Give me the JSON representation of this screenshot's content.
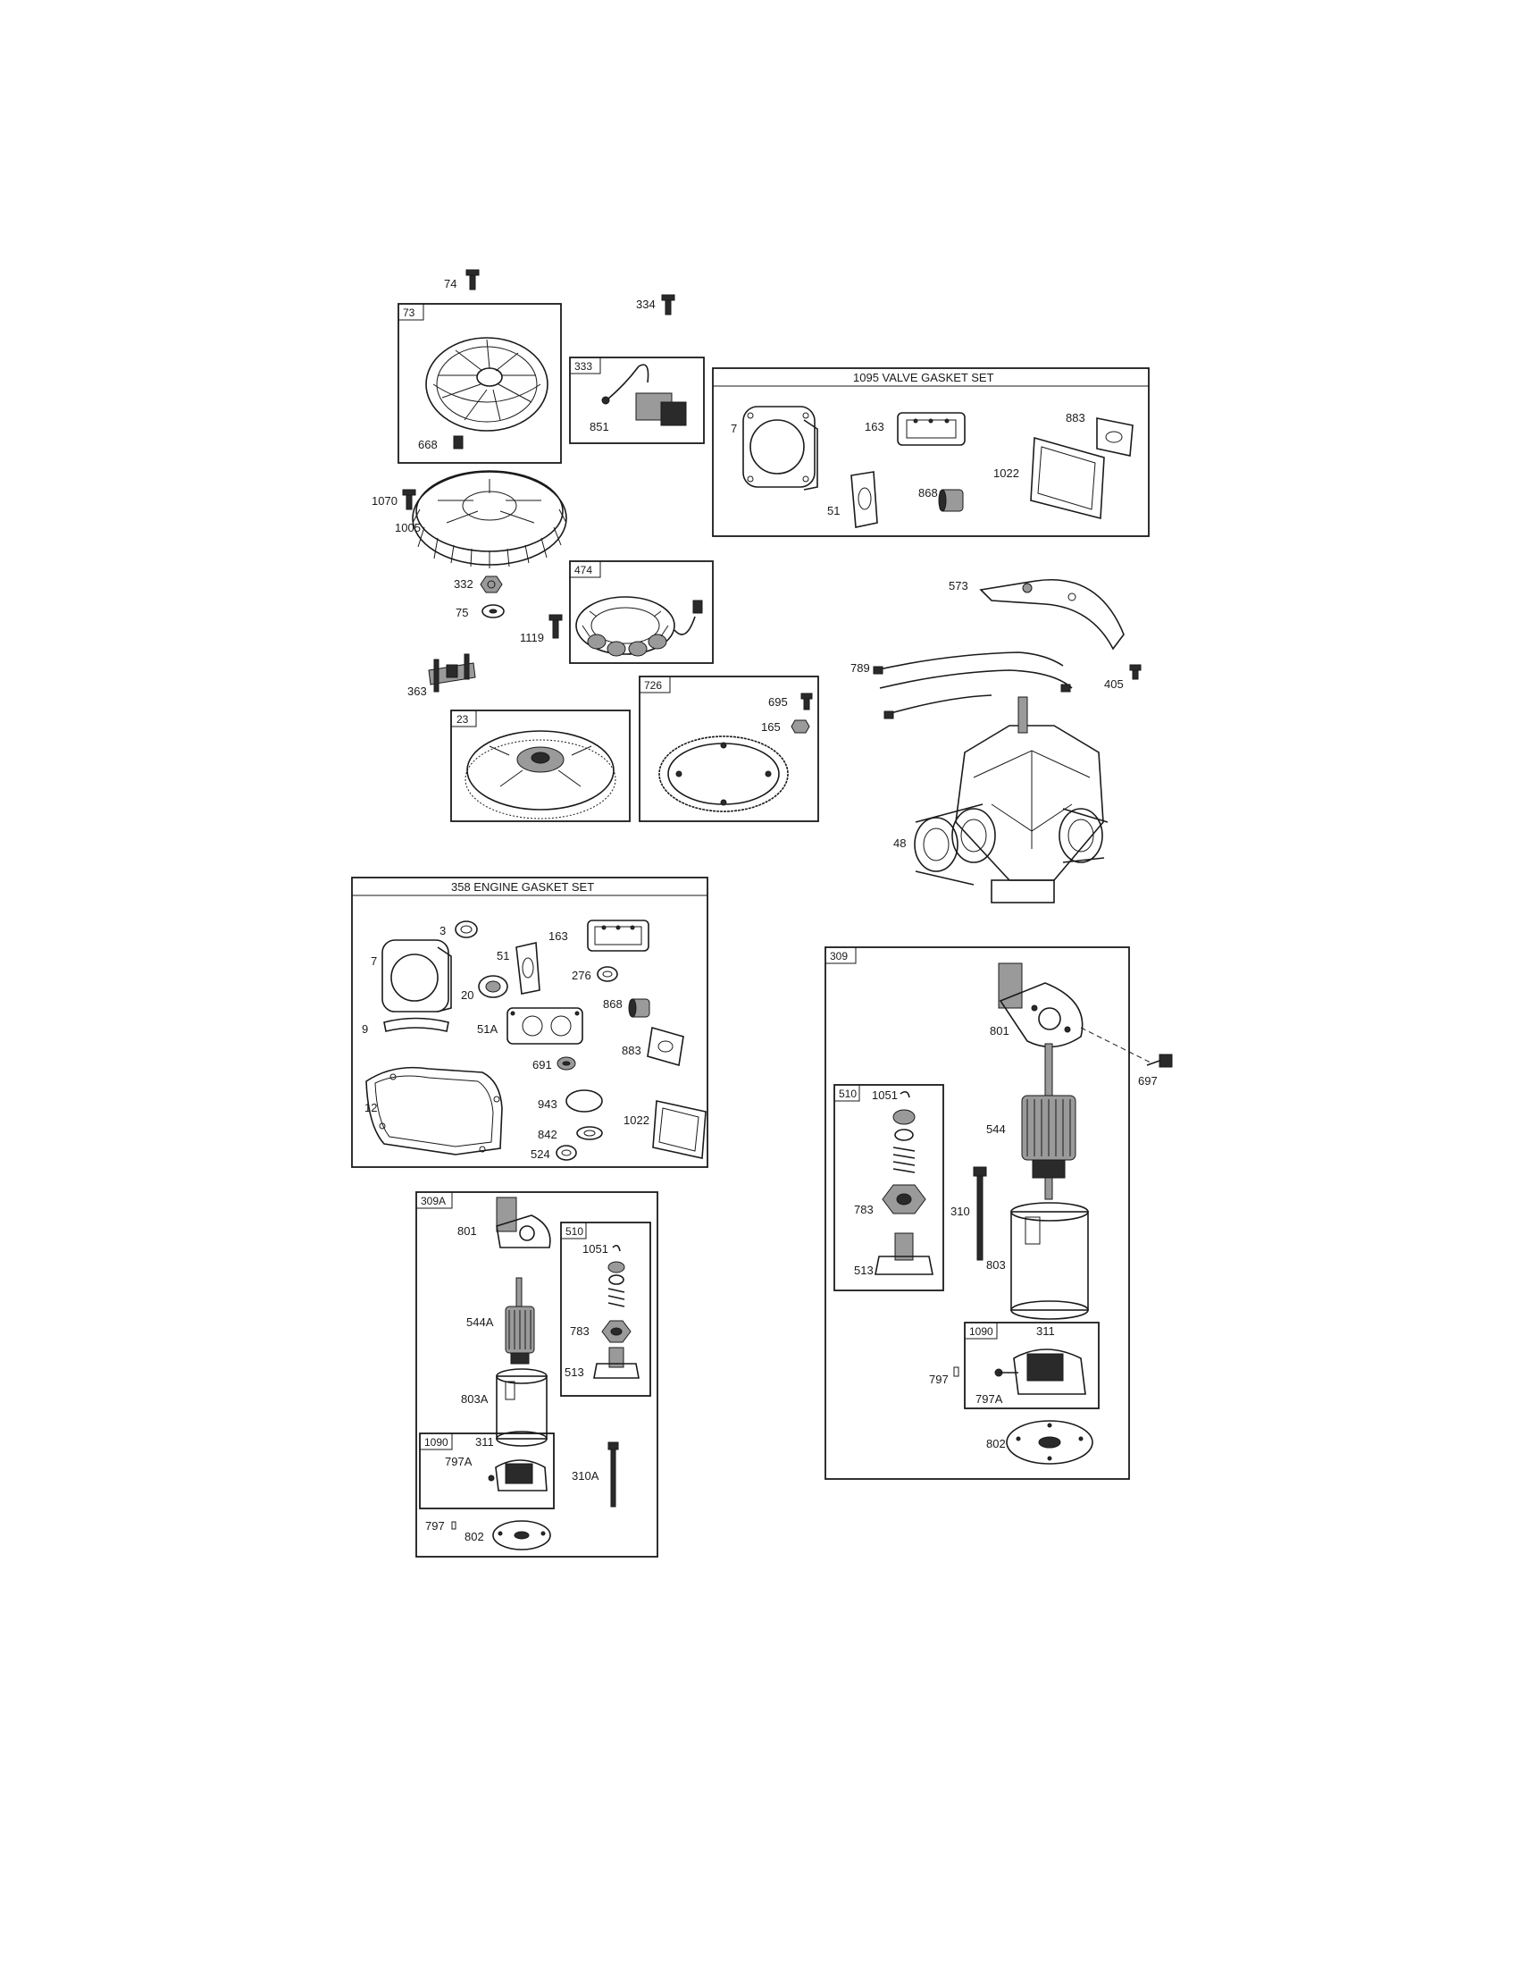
{
  "boxes": {
    "b73": "73",
    "b333": "333",
    "b1095": "1095 VALVE GASKET SET",
    "b474": "474",
    "b23": "23",
    "b726": "726",
    "b358": "358 ENGINE GASKET SET",
    "b309": "309",
    "b510r": "510",
    "b1090r": "1090",
    "b309a": "309A",
    "b510l": "510",
    "b1090l": "1090"
  },
  "labels": {
    "p74": "74",
    "p334": "334",
    "p851": "851",
    "p668": "668",
    "p1070": "1070",
    "p1005": "1005",
    "p332": "332",
    "p75": "75",
    "p1119": "1119",
    "p363": "363",
    "v7": "7",
    "v163": "163",
    "v883": "883",
    "v1022": "1022",
    "v51": "51",
    "v868": "868",
    "p573": "573",
    "p789": "789",
    "p405": "405",
    "p695": "695",
    "p165": "165",
    "p48": "48",
    "g3": "3",
    "g163": "163",
    "g7": "7",
    "g51": "51",
    "g276": "276",
    "g20": "20",
    "g868": "868",
    "g9": "9",
    "g51a": "51A",
    "g883": "883",
    "g691": "691",
    "g12": "12",
    "g943": "943",
    "g1022": "1022",
    "g842": "842",
    "g524": "524",
    "r801": "801",
    "r697": "697",
    "r1051": "1051",
    "r544": "544",
    "r783": "783",
    "r310": "310",
    "r513": "513",
    "r803": "803",
    "r311": "311",
    "r797": "797",
    "r797a": "797A",
    "r802": "802",
    "l801": "801",
    "l1051": "1051",
    "l544a": "544A",
    "l783": "783",
    "l513": "513",
    "l803a": "803A",
    "l311": "311",
    "l797a": "797A",
    "l310a": "310A",
    "l797": "797",
    "l802": "802"
  }
}
